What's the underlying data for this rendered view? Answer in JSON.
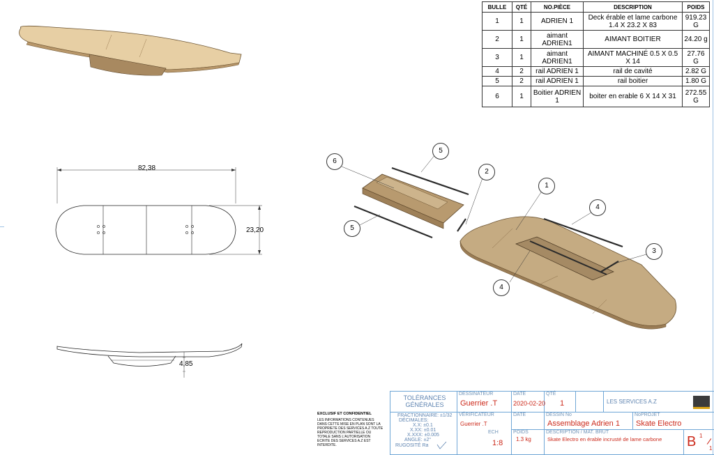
{
  "bom": {
    "headers": [
      "BULLE",
      "QTÉ",
      "NO.PIÈCE",
      "DESCRIPTION",
      "POIDS"
    ],
    "rows": [
      {
        "bulle": "1",
        "qte": "1",
        "piece": "ADRIEN 1",
        "description": "Deck érable et lame carbone 1.4 X 23.2 X 83",
        "poids": "919.23 G"
      },
      {
        "bulle": "2",
        "qte": "1",
        "piece": "aimant ADRIEN1",
        "description": "AIMANT BOITIER",
        "poids": "24.20 g"
      },
      {
        "bulle": "3",
        "qte": "1",
        "piece": "aimant ADRIEN1",
        "description": "AIMANT MACHINÉ 0.5 X 0.5 X 14",
        "poids": "27.76 G"
      },
      {
        "bulle": "4",
        "qte": "2",
        "piece": "rail ADRIEN 1",
        "description": "rail de cavité",
        "poids": "2.82 G"
      },
      {
        "bulle": "5",
        "qte": "2",
        "piece": "rail ADRIEN 1",
        "description": "rail boitier",
        "poids": "1.80 G"
      },
      {
        "bulle": "6",
        "qte": "1",
        "piece": "Boitier ADRIEN 1",
        "description": "boiter en erable 6 X 14 X 31",
        "poids": "272.55 G"
      }
    ]
  },
  "dimensions": {
    "length": "82,38",
    "width": "23,20",
    "height": "4,85"
  },
  "balloons": [
    "6",
    "5",
    "2",
    "1",
    "4",
    "3",
    "5",
    "4"
  ],
  "confidential": {
    "title": "EXCLUSIF ET CONFIDENTIEL",
    "body": "LES INFORMATIONS CONTENUES DANS CETTE MISE EN PLAN SONT LA PROPRIETE DES SERVICES A.Z TOUTE REPRODUCTION PARTIELLE OU TOTALE SANS L'AUTORISATION ECRITE DES SERVICES A.Z EST INTERDITE."
  },
  "title_block": {
    "tolerances_label": "TOLÉRANCES GÉNÉRALES",
    "fractionnaire": "FRACTIONNAIRE: ±1/32",
    "decimales": "DÉCIMALES:",
    "x_x": "X.X: ±0.1",
    "x_xx": "X.XX: ±0.01",
    "x_xxx": "X.XXX: ±0.005",
    "angle": "ANGLE: ±2°",
    "rugosite": "RUGOSITÉ Ra",
    "dessinateur_label": "DESSINATEUR",
    "dessinateur": "Guerrier .T",
    "date_label": "DATE",
    "date": "2020-02-20",
    "qte_label": "QTÉ",
    "qte": "1",
    "company": "LES SERVICES A.Z",
    "verificateur_label": "VÉRIFICATEUR",
    "verificateur": "Guerrier .T",
    "date2_label": "DATE",
    "dessin_label": "DESSIN No",
    "dessin": "Assemblage Adrien 1",
    "projet_label": "NoPROJET",
    "projet": "Skate Electro",
    "ech_label": "ECH",
    "ech": "1:8",
    "poids_label": "POIDS",
    "poids": "1.3 kg",
    "desc_label": "DESCRIPTION / MAT. BRUT",
    "desc": "Skate Electro en érable incrusté de lame carbone",
    "format": "B",
    "sheet": "1",
    "sheet_total": "1"
  }
}
